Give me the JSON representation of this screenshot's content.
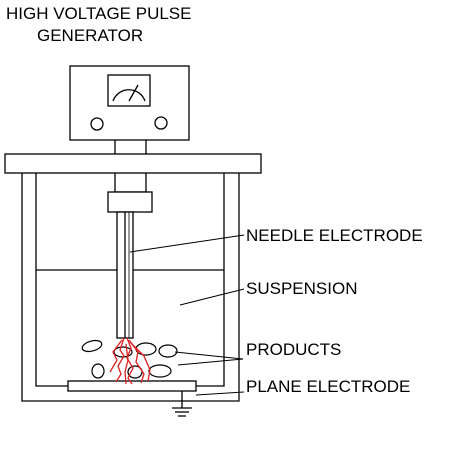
{
  "title": {
    "line1": "HIGH VOLTAGE PULSE",
    "line2": "GENERATOR"
  },
  "labels": {
    "needle_electrode": "NEEDLE ELECTRODE",
    "suspension": "SUSPENSION",
    "products": "PRODUCTS",
    "plane_electrode": "PLANE ELECTRODE"
  },
  "colors": {
    "ink": "#000000",
    "discharge": "#e02020",
    "background": "#ffffff"
  },
  "icons": {
    "meter": "analog-voltmeter-icon",
    "ground": "ground-symbol-icon"
  }
}
